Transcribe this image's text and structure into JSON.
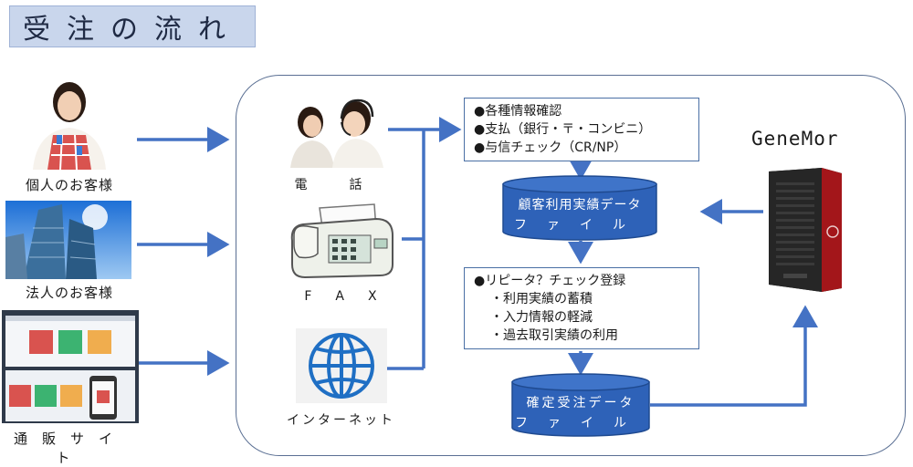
{
  "title": "受注の流れ",
  "customers": [
    {
      "label": "個人のお客様",
      "icon": "person-apron-icon"
    },
    {
      "label": "法人のお客様",
      "icon": "office-building-icon"
    },
    {
      "label": "通販サイト",
      "icon": "ecommerce-site-icon"
    }
  ],
  "channels": [
    {
      "label": "電　話",
      "icon": "call-center-icon"
    },
    {
      "label": "F　A　X",
      "icon": "fax-machine-icon"
    },
    {
      "label": "インターネット",
      "icon": "globe-icon"
    }
  ],
  "confirm_box": {
    "lines": [
      "●各種情報確認",
      "●支払（銀行・〒・コンビニ）",
      "●与信チェック（CR/NP）"
    ]
  },
  "customer_db": {
    "line1": "顧客利用実績データ",
    "line2": "ファイル"
  },
  "repeater_box": {
    "lines": [
      "●リピータ？チェック登録",
      "・利用実績の蓄積",
      "・入力情報の軽減",
      "・過去取引実績の利用"
    ]
  },
  "order_db": {
    "line1": "確定受注データ",
    "line2": "ファイル"
  },
  "server": {
    "label": "GeneMor",
    "icon": "server-tower-icon"
  },
  "colors": {
    "arrow": "#4472c4",
    "cylinder": "#2e62b8",
    "title_bg": "#c9d6ec",
    "server_red": "#a3161a"
  }
}
